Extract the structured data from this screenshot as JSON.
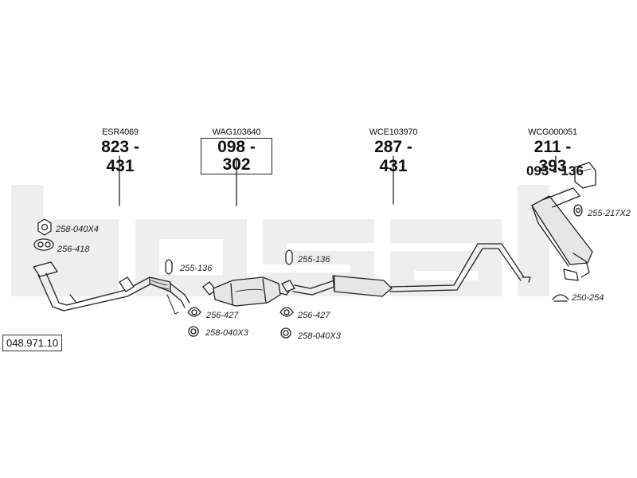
{
  "diagram_number": "048.971.10",
  "callouts": [
    {
      "ref": "ESR4069",
      "part": "823 - 431"
    },
    {
      "ref": "WAG103640",
      "part": "098 - 302"
    },
    {
      "ref": "WCE103970",
      "part": "287 - 431"
    },
    {
      "ref": "WCG000051",
      "part": "211 - 393"
    }
  ],
  "extra_part": "093 - 136",
  "small_parts": {
    "nut_front": "258-040X4",
    "gasket_front": "256-418",
    "clamp_a": "255-136",
    "gasket_a": "256-427",
    "nut_a": "258-040X3",
    "clamp_b": "255-136",
    "gasket_b": "256-427",
    "nut_b": "258-040X3",
    "hanger_rear": "255-217X2",
    "clamp_tail": "250-254"
  },
  "colors": {
    "watermark": "#eeeeee",
    "line": "#222222",
    "part_fill": "#e6e6e6"
  }
}
